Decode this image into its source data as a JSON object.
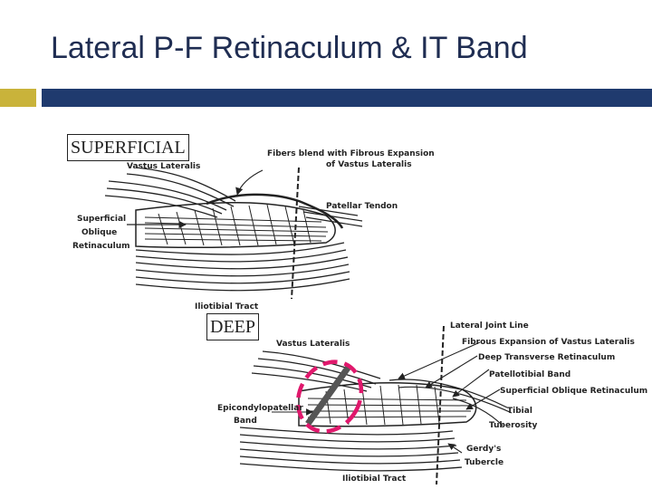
{
  "slide": {
    "title": "Lateral P-F Retinaculum & IT Band",
    "accent_gold": "#c9b33a",
    "accent_navy": "#1f3a6e"
  },
  "top_diagram": {
    "box_label": "SUPERFICIAL",
    "labels": {
      "vastus_lateralis": "Vastus Lateralis",
      "fibers_blend_1": "Fibers blend with Fibrous Expansion",
      "fibers_blend_2": "of Vastus Lateralis",
      "patellar_tendon": "Patellar Tendon",
      "superficial_oblique_1": "Superficial",
      "superficial_oblique_2": "Oblique",
      "superficial_oblique_3": "Retinaculum",
      "iliotibial_tract": "Iliotibial Tract"
    }
  },
  "bottom_diagram": {
    "box_label": "DEEP",
    "labels": {
      "vastus_lateralis": "Vastus Lateralis",
      "lateral_joint_line": "Lateral Joint Line",
      "fibrous_expansion": "Fibrous Expansion of Vastus Lateralis",
      "deep_transverse": "Deep Transverse Retinaculum",
      "patellotibial": "Patellotibial Band",
      "superficial_oblique": "Superficial Oblique Retinaculum",
      "tibial_tuberosity_1": "Tibial",
      "tibial_tuberosity_2": "Tuberosity",
      "epicondylopatellar_1": "Epicondylopatellar",
      "epicondylopatellar_2": "Band",
      "gerdys_1": "Gerdy's",
      "gerdys_2": "Tubercle",
      "iliotibial_tract": "Iliotibial Tract"
    },
    "highlight_color": "#e0186c"
  }
}
